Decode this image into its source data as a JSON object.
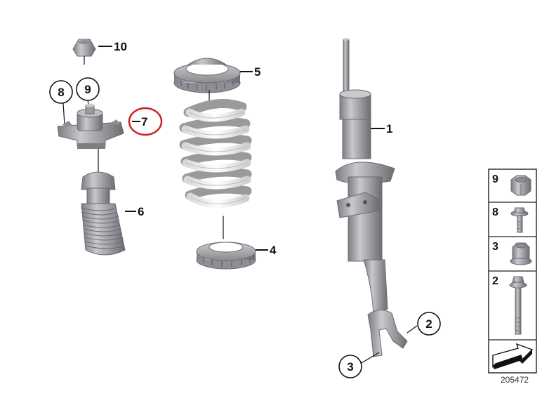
{
  "diagram": {
    "labels": {
      "shock_absorber": "1",
      "fork_bolt": "2",
      "fork_nut": "3",
      "lower_spring_pad": "4",
      "upper_spring_pad": "5",
      "bump_stop": "6",
      "strut_mount": "7",
      "mount_bolt": "8",
      "mount_nut": "9",
      "top_nut": "10"
    },
    "highlight_color": "#cc1f1f",
    "part_color": "#a9a9ad",
    "spring_color": "#f2f2f2"
  },
  "legend": {
    "items": [
      {
        "num": "9",
        "icon": "hex-nut-icon"
      },
      {
        "num": "8",
        "icon": "flange-bolt-short-icon"
      },
      {
        "num": "3",
        "icon": "flange-nut-icon"
      },
      {
        "num": "2",
        "icon": "flange-bolt-long-icon"
      }
    ],
    "arrow_icon": "direction-arrow-icon",
    "reference_number": "205472"
  }
}
